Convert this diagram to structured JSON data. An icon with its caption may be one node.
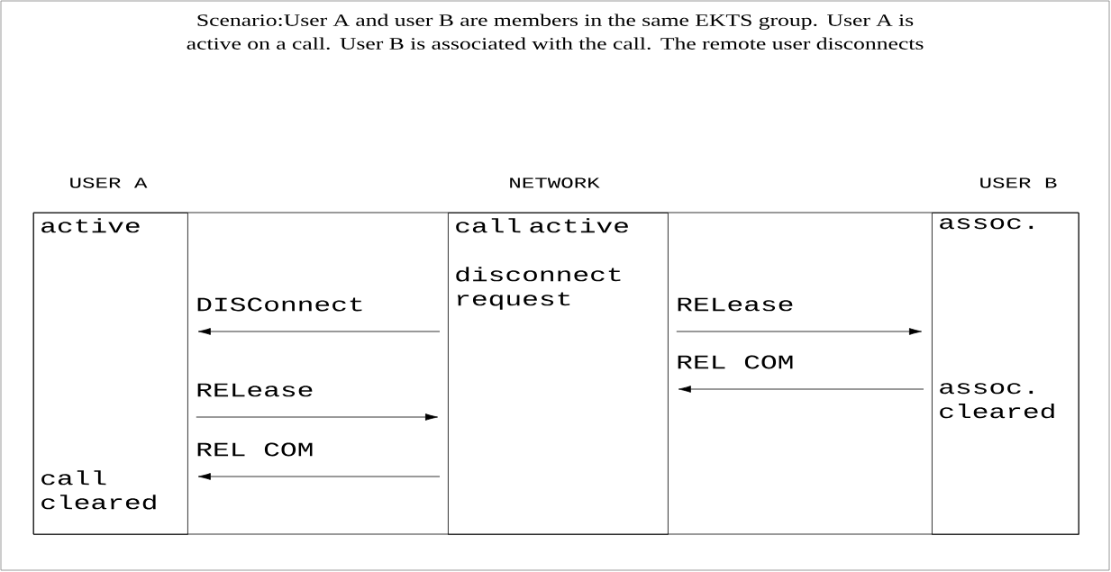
{
  "diagram": {
    "title": "Scenario:User A and user B are members in the same EKTS group. User A is active on a call. User B is associated with the call. The remote user disconnects",
    "nodes": [
      {
        "text": [
          "active",
          "call cleared"
        ]
      },
      {
        "text": [
          "call active",
          "disconnect request"
        ]
      },
      {
        "text": [
          "assoc.",
          "assoc. cleared"
        ]
      }
    ],
    "edges": [
      {
        "from": 1,
        "to": 0,
        "arrow": "to",
        "label": "DISConnect"
      },
      {
        "from": 0,
        "to": 1,
        "arrow": "to",
        "label": "RELease"
      },
      {
        "from": 1,
        "to": 0,
        "arrow": "to",
        "label": "REL COM"
      },
      {
        "from": 1,
        "to": 2,
        "arrow": "to",
        "label": "RELease"
      },
      {
        "from": 2,
        "to": 1,
        "arrow": "to",
        "label": "REL COM"
      }
    ],
    "labels": [
      "USER A",
      "NETWORK",
      "USER B"
    ]
  }
}
